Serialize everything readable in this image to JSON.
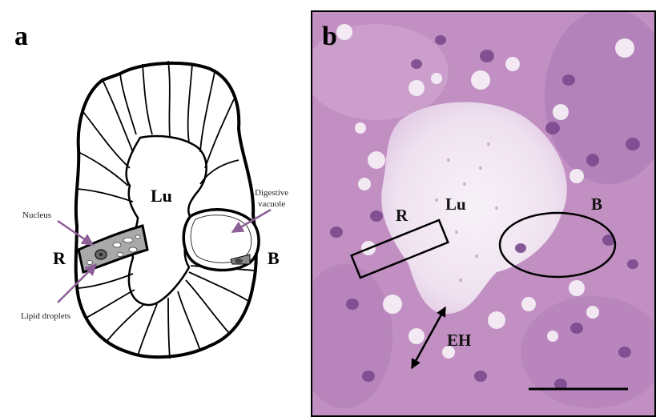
{
  "panel_a": {
    "letter": "a",
    "labels": {
      "lumen": "Lu",
      "r_cell": "R",
      "b_cell": "B",
      "nucleus": "Nucleus",
      "lipid": "Lipid droplets",
      "digestive_line1": "Digestive",
      "digestive_line2": "vacuole"
    },
    "colors": {
      "arrow": "#8c5f96",
      "outline": "#000000",
      "r_fill": "#a9a9a9"
    }
  },
  "panel_b": {
    "letter": "b",
    "labels": {
      "lumen": "Lu",
      "r_cell": "R",
      "b_cell": "B",
      "epithelium_height": "EH"
    },
    "colors": {
      "tissue_base": "#c493c5",
      "nuclei": "#7a4a8e",
      "lumen": "#f4eef6",
      "frame": "#000000"
    }
  }
}
